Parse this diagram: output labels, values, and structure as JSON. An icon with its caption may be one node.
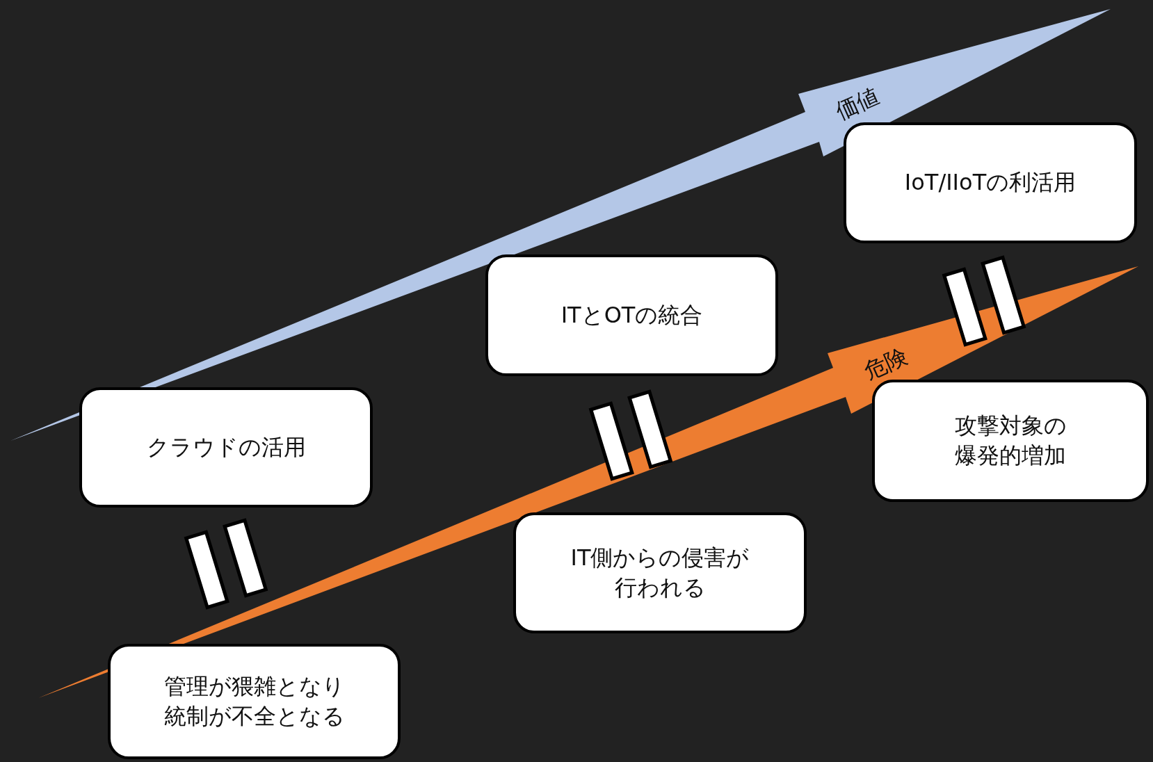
{
  "diagram": {
    "nodes": [
      {
        "text": [
          "IoT/IIoTの利活用"
        ]
      },
      {
        "text": [
          "ITとOTの統合"
        ]
      },
      {
        "text": [
          "クラウドの活用"
        ]
      },
      {
        "text": [
          "攻撃対象の爆発的増加"
        ]
      },
      {
        "text": [
          "IT側からの侵害が行われる"
        ]
      },
      {
        "text": [
          "管理が猥雑となり統制が不全となる"
        ]
      }
    ],
    "labels": [
      "価値",
      "危険"
    ]
  }
}
